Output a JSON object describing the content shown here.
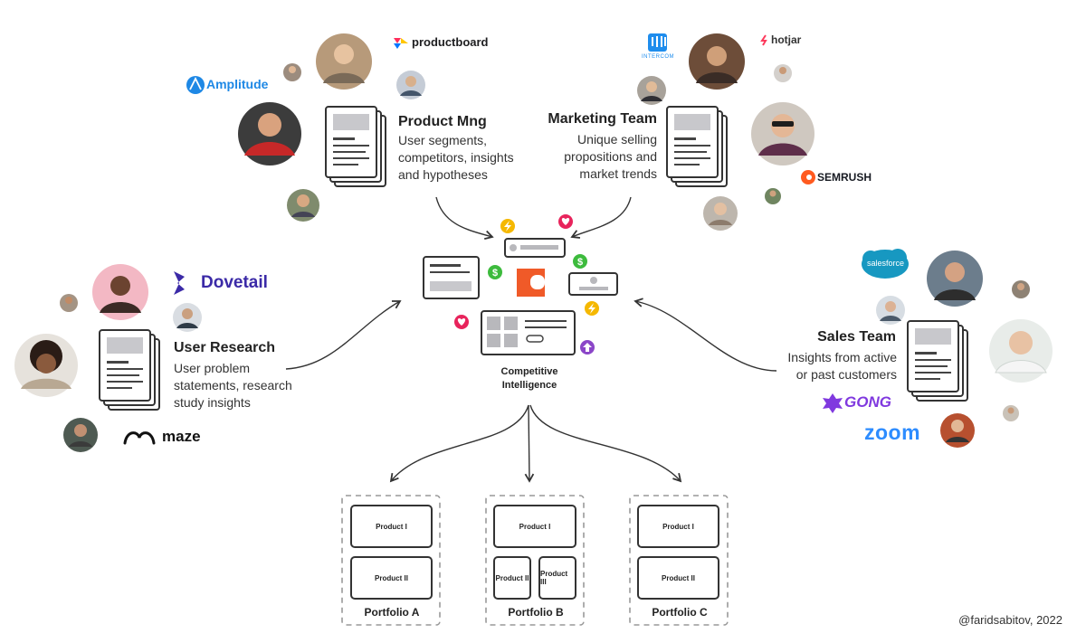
{
  "groups": {
    "product": {
      "title": "Product Mng",
      "desc": [
        "User segments,",
        "competitors, insights",
        "and hypotheses"
      ]
    },
    "marketing": {
      "title": "Marketing Team",
      "desc": [
        "Unique selling",
        "propositions and",
        "market trends"
      ]
    },
    "research": {
      "title": "User Research",
      "desc": [
        "User problem",
        "statements, research",
        "study insights"
      ]
    },
    "sales": {
      "title": "Sales Team",
      "desc": [
        "Insights from active",
        "or past customers"
      ]
    }
  },
  "logos": {
    "productboard": "productboard",
    "amplitude": "Amplitude",
    "intercom": "INTERCOM",
    "hotjar": "hotjar",
    "semrush": "SEMRUSH",
    "dovetail": "Dovetail",
    "maze": "maze",
    "salesforce": "salesforce",
    "gong": "GONG",
    "zoom": "zoom"
  },
  "center": {
    "label": [
      "Competitive",
      "Intelligence"
    ]
  },
  "portfolios": [
    {
      "name": "Portfolio A",
      "products": [
        "Product I",
        "Product II"
      ]
    },
    {
      "name": "Portfolio B",
      "products": [
        "Product I",
        "Product II",
        "Product III"
      ]
    },
    {
      "name": "Portfolio C",
      "products": [
        "Product I",
        "Product II"
      ]
    }
  ],
  "credit": "@faridsabitov, 2022",
  "colors": {
    "crayon": "#f05a28",
    "lightning": "#f5b800",
    "dollar": "#3dbb3d",
    "heart": "#e8245c",
    "upvote": "#8b46c8",
    "amplitude": "#1e88e5",
    "semrush": "#ff5a1f",
    "dovetail": "#3b2aa7",
    "salesforce": "#1798c1",
    "gong": "#8039df",
    "zoom": "#2d8cff",
    "intercom": "#1f8ded"
  },
  "icons": [
    "avatar-icon",
    "document-stack-icon",
    "lightning-icon",
    "dollar-icon",
    "heart-icon",
    "upvote-icon",
    "crayon-logo-icon"
  ]
}
